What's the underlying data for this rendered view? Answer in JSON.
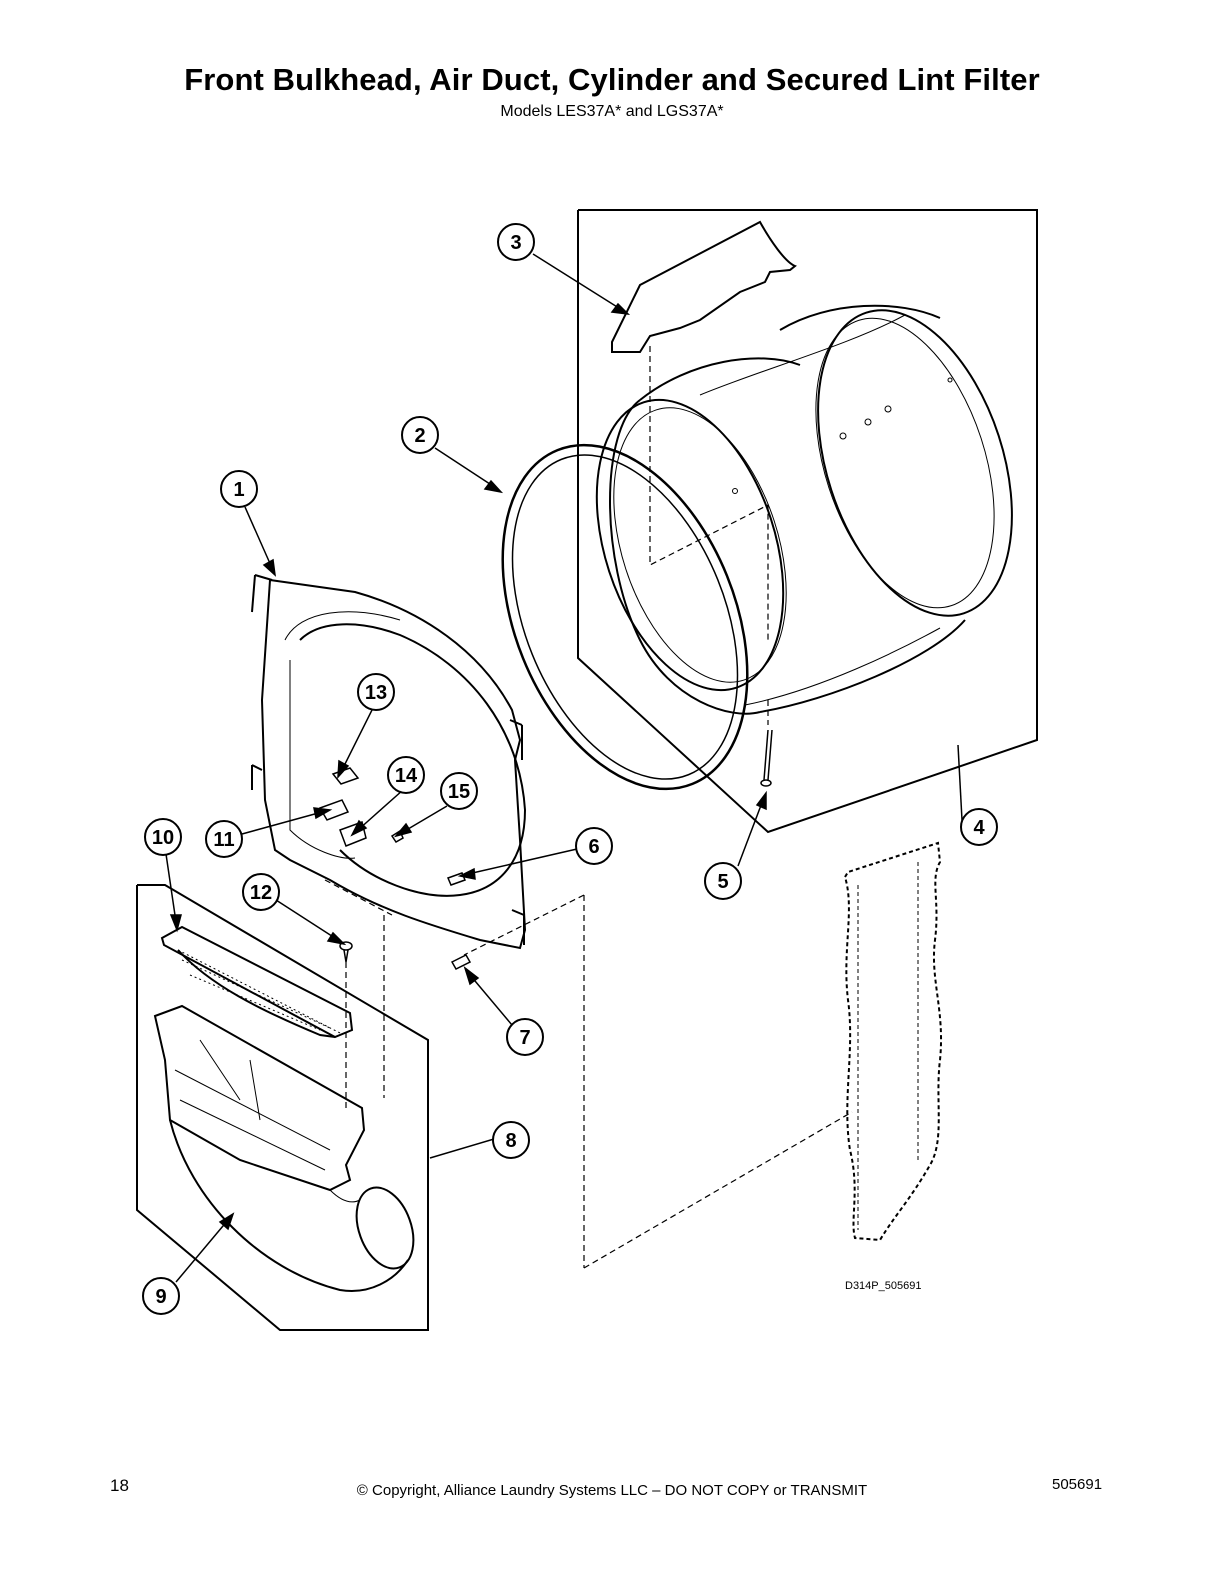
{
  "title": "Front Bulkhead, Air Duct, Cylinder and Secured Lint Filter",
  "subtitle": "Models LES37A* and LGS37A*",
  "callouts": [
    "1",
    "2",
    "3",
    "4",
    "5",
    "6",
    "7",
    "8",
    "9",
    "10",
    "11",
    "12",
    "13",
    "14",
    "15"
  ],
  "drawing_id": "D314P_505691",
  "footer": {
    "page_number": "18",
    "copyright": "© Copyright, Alliance Laundry Systems LLC – DO NOT COPY or TRANSMIT",
    "document_number": "505691"
  }
}
